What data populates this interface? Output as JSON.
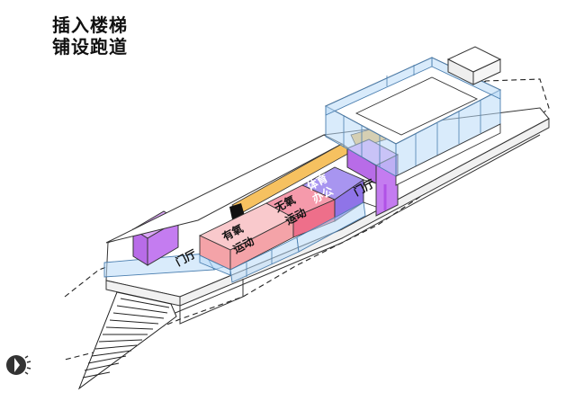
{
  "title": {
    "line1": "插入楼梯",
    "line2": "铺设跑道"
  },
  "labels": {
    "aerobic": [
      "有氧",
      "运动"
    ],
    "anaerobic": [
      "无氧",
      "运动"
    ],
    "office": [
      "体育",
      "办公"
    ],
    "lobby_left": "门厅",
    "lobby_right": "门厅"
  },
  "colors": {
    "aerobic": "#f4a3a8",
    "anaerobic": "#ee6f8a",
    "office": "#8f74e8",
    "purple_box": "#c47cf0",
    "runway": "#f6c160",
    "glass": "#b9dbf7"
  },
  "icons": {
    "compass": "compass-icon"
  }
}
